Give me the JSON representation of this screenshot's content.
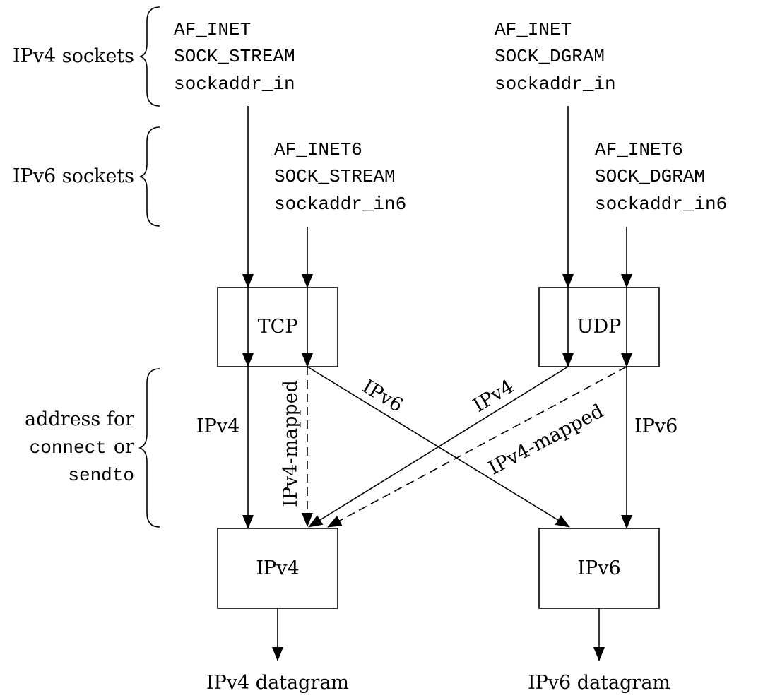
{
  "brace_labels": {
    "ipv4_sockets": "IPv4 sockets",
    "ipv6_sockets": "IPv6 sockets",
    "address_line1": "address for",
    "address_line2_code": "connect",
    "address_line2_word": "or",
    "address_line3_code": "sendto"
  },
  "socket_specs": {
    "tcp_v4": [
      "AF_INET",
      "SOCK_STREAM",
      "sockaddr_in"
    ],
    "udp_v4": [
      "AF_INET",
      "SOCK_DGRAM",
      "sockaddr_in"
    ],
    "tcp_v6": [
      "AF_INET6",
      "SOCK_STREAM",
      "sockaddr_in6"
    ],
    "udp_v6": [
      "AF_INET6",
      "SOCK_DGRAM",
      "sockaddr_in6"
    ]
  },
  "boxes": {
    "tcp": "TCP",
    "udp": "UDP",
    "ipv4": "IPv4",
    "ipv6": "IPv6"
  },
  "edge_labels": {
    "tcp_ipv4": "IPv4",
    "tcp_ipv4_mapped": "IPv4-mapped",
    "tcp_ipv6": "IPv6",
    "udp_ipv4": "IPv4",
    "udp_ipv4_mapped": "IPv4-mapped",
    "udp_ipv6": "IPv6"
  },
  "outputs": {
    "ipv4": "IPv4 datagram",
    "ipv6": "IPv6 datagram"
  }
}
